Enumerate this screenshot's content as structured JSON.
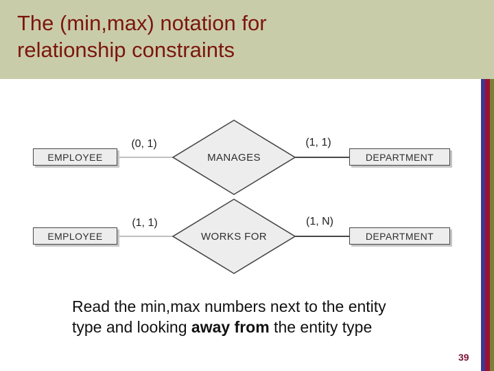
{
  "slide": {
    "title_line1": "The (min,max) notation for",
    "title_line2": "relationship constraints",
    "page_number": "39"
  },
  "colors": {
    "header_bg": "#c9cca9",
    "title_text": "#7b160e",
    "stripe_blue": "#3b3a90",
    "stripe_crimson": "#9c1035",
    "stripe_olive": "#7e7d36",
    "shape_fill": "#ededed",
    "shape_border": "#454545",
    "left_line": "#9b9b9b",
    "right_line": "#2b2b2b",
    "page_number_text": "#7d1036"
  },
  "diagram": {
    "rows": [
      {
        "left_entity": "EMPLOYEE",
        "left_cardinality": "(0, 1)",
        "relationship": "MANAGES",
        "right_cardinality": "(1, 1)",
        "right_entity": "DEPARTMENT"
      },
      {
        "left_entity": "EMPLOYEE",
        "left_cardinality": "(1, 1)",
        "relationship": "WORKS FOR",
        "right_cardinality": "(1, N)",
        "right_entity": "DEPARTMENT"
      }
    ]
  },
  "caption": {
    "line1": "Read the min,max numbers next to the entity",
    "line2_pre": "type and looking ",
    "line2_bold": "away from",
    "line2_post": " the entity type"
  }
}
